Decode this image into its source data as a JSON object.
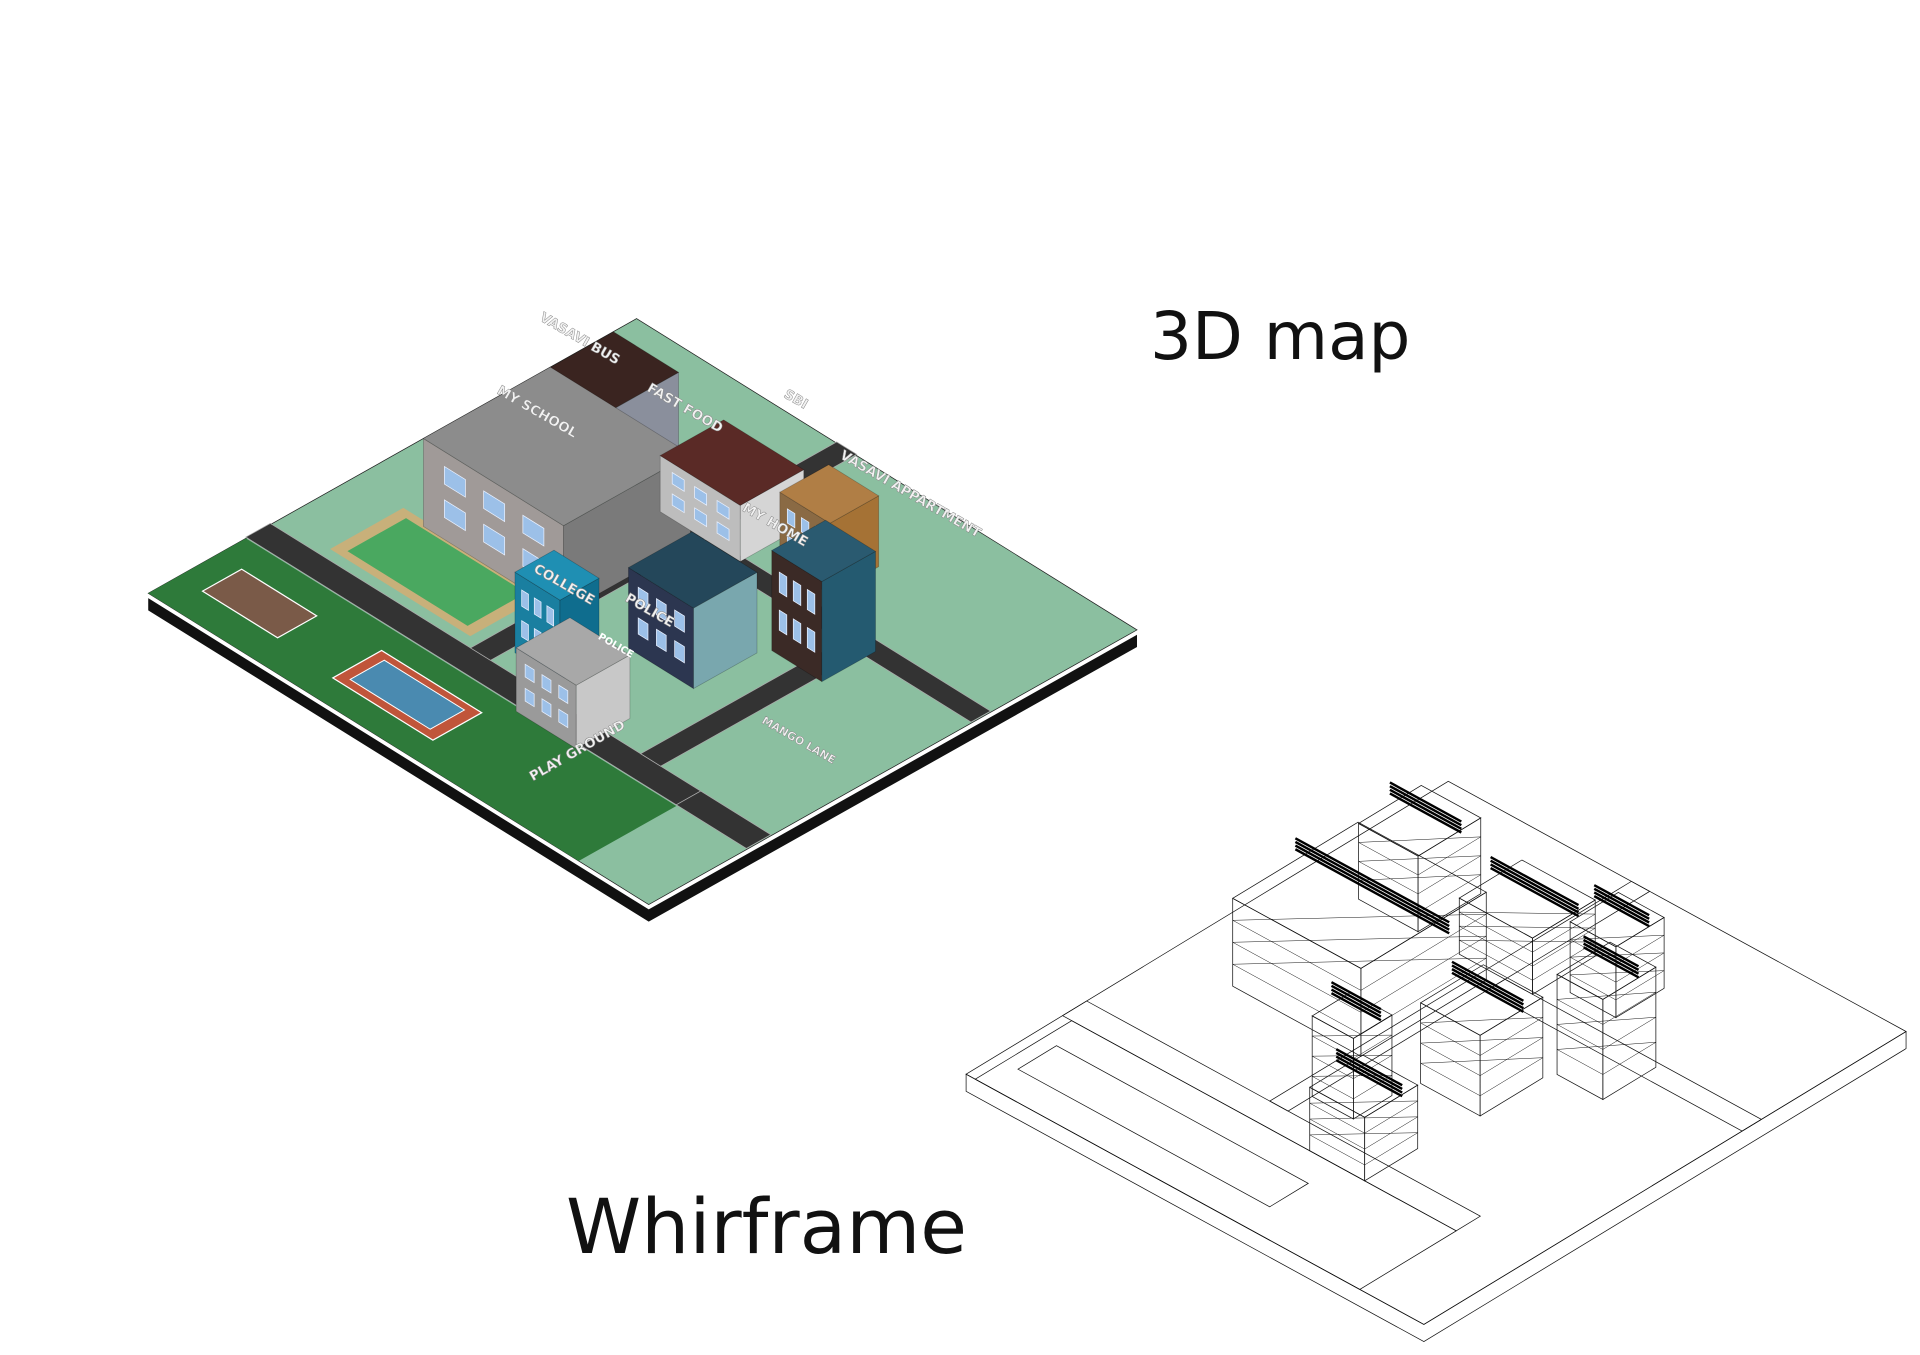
{
  "titles": {
    "map": "3D map",
    "wireframe": "Whirframe"
  },
  "labels": {
    "bus": "VASAVI BUS",
    "school": "MY SCHOOL",
    "fastfood": "FAST FOOD",
    "bank": "SBI",
    "apartment": "VASAVI APPARTMENT",
    "home": "MY HOME",
    "college": "COLLEGE",
    "police": "POLICE",
    "police_sign": "POLICE",
    "playground": "PLAY GROUND",
    "lane": "MANGO LANE"
  },
  "colors": {
    "ground": "#8bbfa0",
    "park": "#2e7a3a",
    "road": "#333333",
    "base": "#111111"
  }
}
